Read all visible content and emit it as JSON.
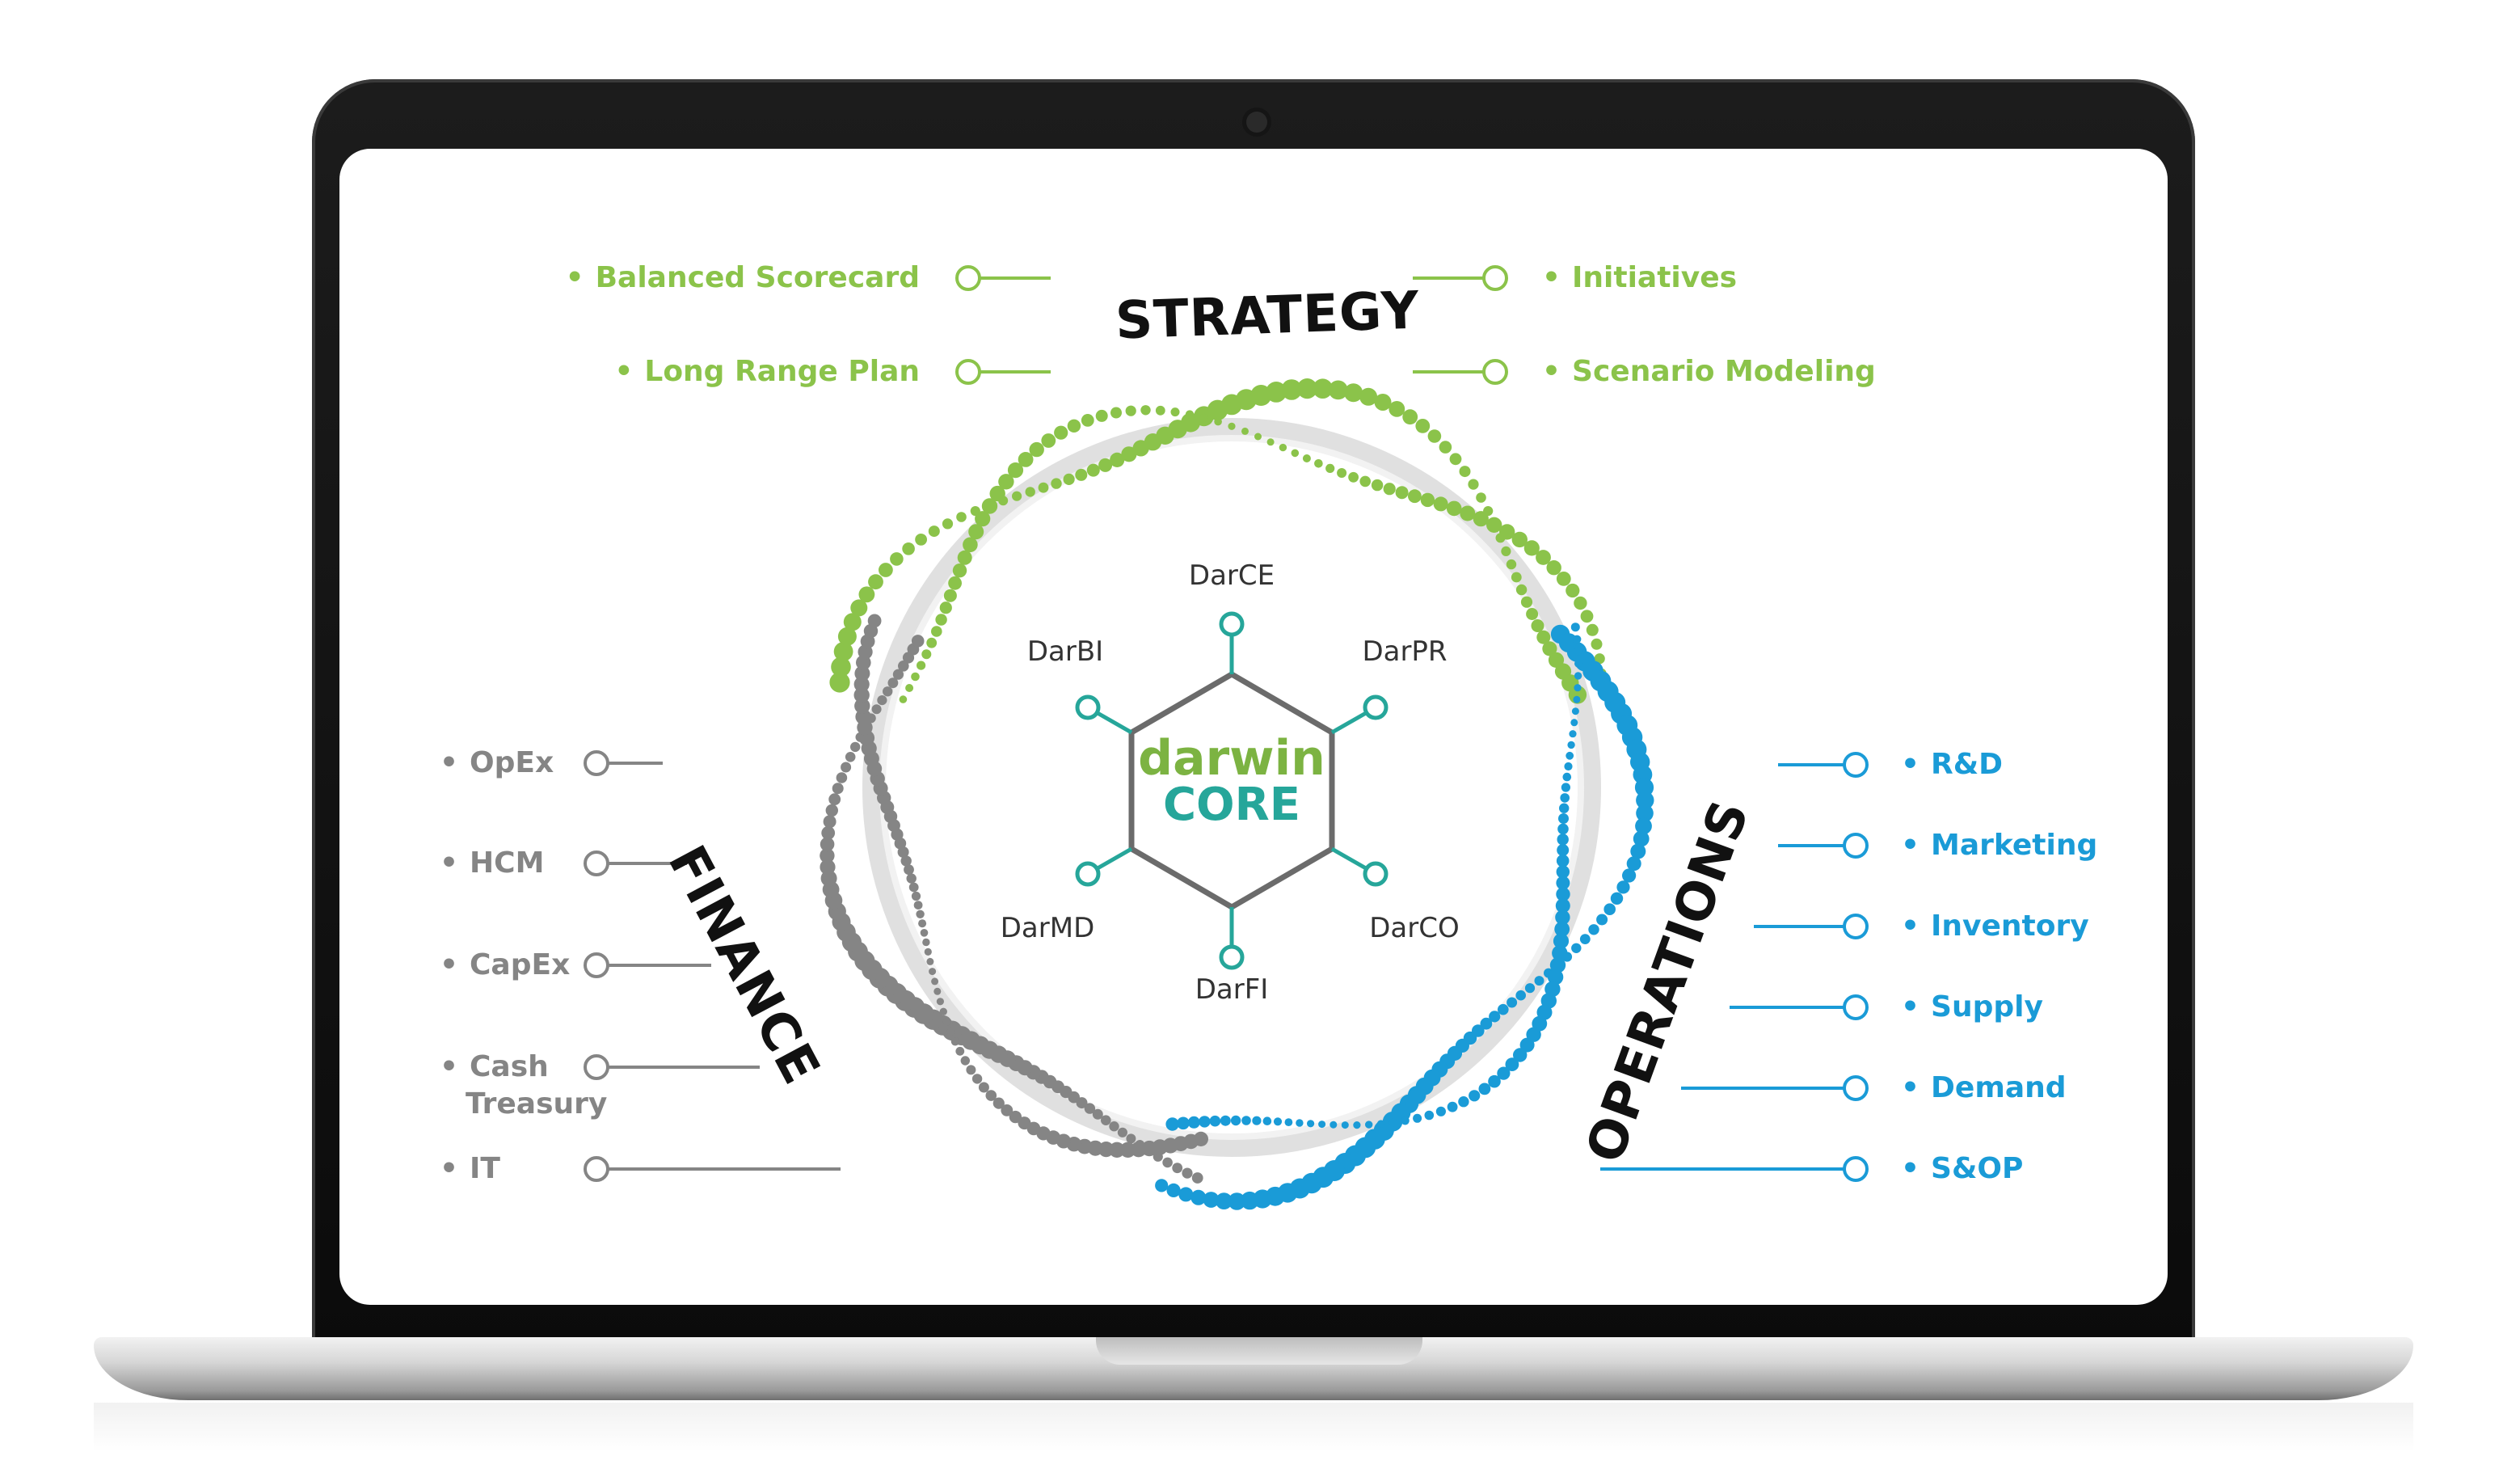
{
  "core": {
    "line1": "darwin",
    "line2": "CORE"
  },
  "modules": {
    "top": "DarCE",
    "upper_left": "DarBI",
    "upper_right": "DarPR",
    "lower_left": "DarMD",
    "lower_right": "DarCO",
    "bottom": "DarFI"
  },
  "sections": {
    "strategy": {
      "title": "STRATEGY",
      "items_left": [
        "Balanced Scorecard",
        "Long Range Plan"
      ],
      "items_right": [
        "Initiatives",
        "Scenario Modeling"
      ]
    },
    "finance": {
      "title": "FINANCE",
      "items": [
        "OpEx",
        "HCM",
        "CapEx",
        "Cash",
        "Treasury",
        "IT"
      ]
    },
    "operations": {
      "title": "OPERATIONS",
      "items": [
        "R&D",
        "Marketing",
        "Inventory",
        "Supply",
        "Demand",
        "S&OP"
      ]
    }
  },
  "bullet": "•",
  "colors": {
    "strategy": "#8bc34a",
    "finance": "#858585",
    "operations": "#1a9bd7",
    "core_green": "#7cb342",
    "core_teal": "#26a69a",
    "hexagon": "#6b6b6b"
  },
  "icons": [
    "camera-icon"
  ]
}
